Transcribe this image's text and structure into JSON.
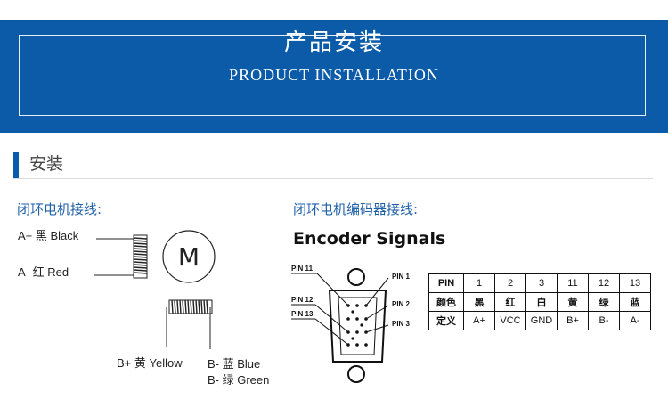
{
  "banner": {
    "title": "产品安装",
    "subtitle": "PRODUCT INSTALLATION"
  },
  "section": {
    "title": "安装"
  },
  "motor": {
    "heading": "闭环电机接线:",
    "label_a_plus": "A+ 黑 Black",
    "label_a_minus": "A- 红 Red",
    "label_b_plus": "B+ 黄 Yellow",
    "label_b_minus_1": "B- 蓝 Blue",
    "label_b_minus_2": "B- 绿 Green",
    "motor_symbol": "M"
  },
  "encoder": {
    "heading": "闭环电机编码器接线:",
    "diagram_title": "Encoder Signals",
    "pin_labels": {
      "pin11": "PIN 11",
      "pin12": "PIN 12",
      "pin13": "PIN 13",
      "pin1": "PIN 1",
      "pin2": "PIN 2",
      "pin3": "PIN 3"
    },
    "table": {
      "rows": [
        {
          "head": "PIN",
          "cells": [
            "1",
            "2",
            "3",
            "11",
            "12",
            "13"
          ]
        },
        {
          "head": "颜色",
          "cells": [
            "黑",
            "红",
            "白",
            "黄",
            "绿",
            "蓝"
          ]
        },
        {
          "head": "定义",
          "cells": [
            "A+",
            "VCC",
            "GND",
            "B+",
            "B-",
            "A-"
          ]
        }
      ]
    }
  }
}
